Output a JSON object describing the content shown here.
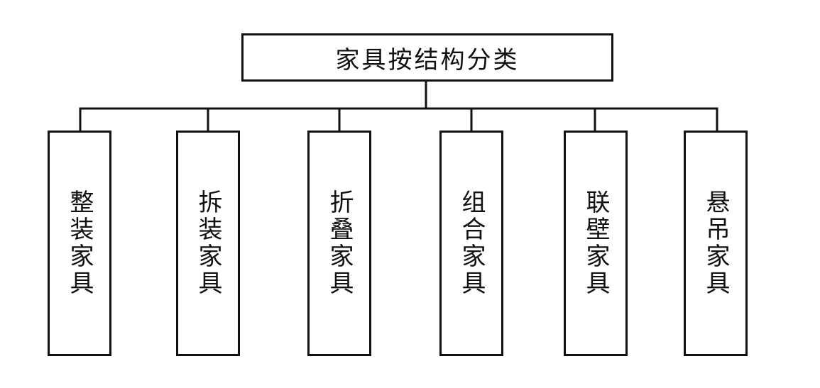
{
  "root": {
    "label": "家具按结构分类"
  },
  "children": [
    {
      "label": "整装家具"
    },
    {
      "label": "拆装家具"
    },
    {
      "label": "折叠家具"
    },
    {
      "label": "组合家具"
    },
    {
      "label": "联壁家具"
    },
    {
      "label": "悬吊家具"
    }
  ],
  "colors": {
    "line": "#111111",
    "background": "#ffffff"
  }
}
